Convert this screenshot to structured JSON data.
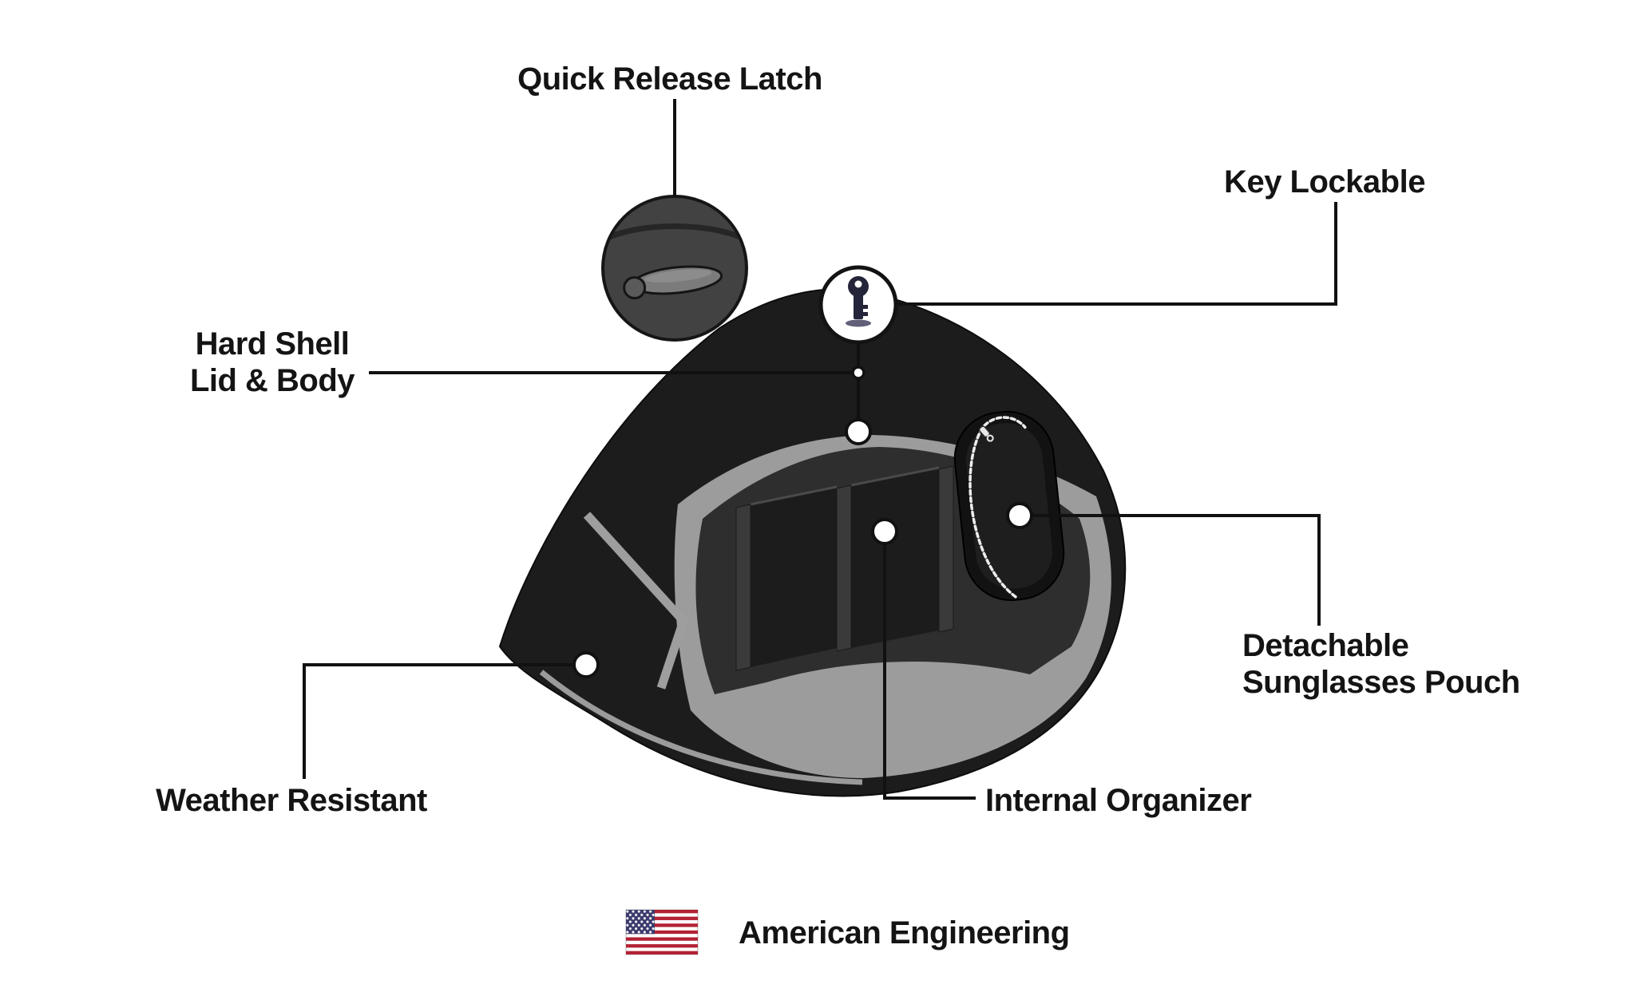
{
  "callouts": {
    "quick_release_latch": {
      "label": "Quick Release Latch"
    },
    "key_lockable": {
      "label": "Key Lockable"
    },
    "hard_shell": {
      "line1": "Hard Shell",
      "line2": "Lid & Body"
    },
    "weather_resistant": {
      "label": "Weather Resistant"
    },
    "internal_organizer": {
      "label": "Internal Organizer"
    },
    "sunglasses_pouch": {
      "line1": "Detachable",
      "line2": "Sunglasses Pouch"
    }
  },
  "footer": {
    "label": "American Engineering",
    "flag_icon": "us-flag-icon"
  },
  "icons": {
    "key": "key-icon",
    "latch_inset": "latch-detail-icon",
    "flag": "us-flag-icon"
  },
  "colors": {
    "background": "#ffffff",
    "line": "#111111",
    "text": "#141414",
    "bag_body": "#1c1c1c",
    "interior_light": "#9c9c9c",
    "interior_dark": "#2e2e2e",
    "pocket": "#1c1c1c",
    "divider": "#3a3a3a",
    "pouch": "#121212",
    "zipper": "#ededed",
    "latch_background": "#424242",
    "latch_lever": "#7b7b7b",
    "key_color": "#24243a",
    "flag_red": "#b22234",
    "flag_blue": "#3c3b6e"
  }
}
